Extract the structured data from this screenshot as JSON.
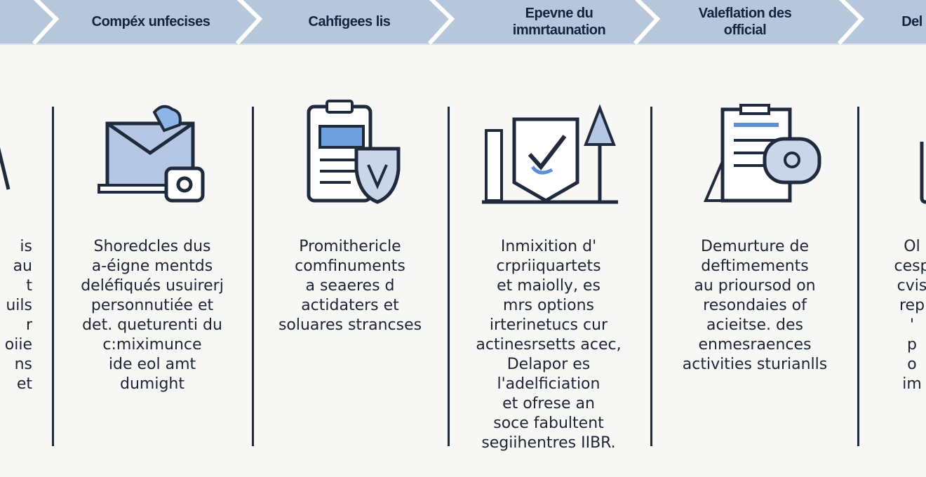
{
  "header": {
    "steps": [
      {
        "label": "Compéx unfecises"
      },
      {
        "label": "Cahfigees lis"
      },
      {
        "label": "Epevne du\nimmrtaunation",
        "lines": [
          "Epevne du",
          "immrtaunation"
        ]
      },
      {
        "label": "Valeflation des\nofficial",
        "lines": [
          "Valeflation des",
          "official"
        ]
      },
      {
        "label": "Del"
      }
    ]
  },
  "columns": [
    {
      "icon": "tools-icon",
      "lines": [
        "is",
        "au",
        "t",
        "uils",
        "r",
        "oiie",
        "ns",
        "et"
      ]
    },
    {
      "icon": "email-laptop-icon",
      "lines": [
        "Shoredcles dus",
        "a-éigne mentds",
        "deléfiqués usuirerj",
        "personnutiée et",
        "det. queturenti du",
        "c:miximunce",
        "ide eol amt",
        "dumight"
      ]
    },
    {
      "icon": "clipboard-shield-icon",
      "lines": [
        "Promithericle",
        "comfinuments",
        "a seaeres d",
        "actidaters et",
        "soluares strancses"
      ]
    },
    {
      "icon": "document-check-icon",
      "lines": [
        "Inmixition d'",
        "crpriiquartets",
        "et maiolly, es",
        "mrs options",
        "irterinetucs cur",
        "actinesrsetts acec,",
        "Delapor es",
        "l'adelficiation",
        "et ofrese an",
        "soce fabultent",
        "segiihentres IIBR."
      ]
    },
    {
      "icon": "report-badge-icon",
      "lines": [
        "Demurture de",
        "deftimements",
        "au prioursod on",
        "resondaies of",
        "acieitse. des",
        "enmesraences",
        "activities sturianlls"
      ]
    },
    {
      "icon": "device-icon",
      "lines": [
        "Ol",
        "cesp",
        "cvis",
        "rep",
        "'",
        "p",
        "o",
        "im"
      ]
    }
  ],
  "colors": {
    "band": "#b6c7db",
    "ink": "#1c2434",
    "accent": "#5b8fd6",
    "heading": "#142340"
  }
}
